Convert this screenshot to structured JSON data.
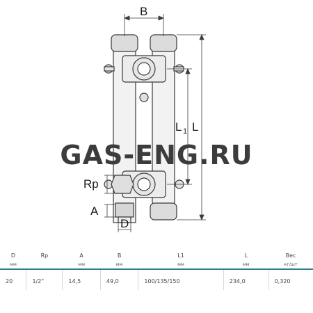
{
  "drawing": {
    "dimension_labels": {
      "b": "B",
      "l1": "L",
      "l1_subscript": "1",
      "l": "L",
      "rp": "Rp",
      "a": "A",
      "d": "D"
    },
    "stroke_color": "#3a3a3a",
    "shade_color": "#d9d9d9"
  },
  "watermark": "GAS-ENG.RU",
  "table": {
    "header_color": "#2a7f92",
    "columns": [
      {
        "name": "D",
        "unit": "мм"
      },
      {
        "name": "Rp",
        "unit": ""
      },
      {
        "name": "A",
        "unit": "мм"
      },
      {
        "name": "B",
        "unit": "мм"
      },
      {
        "name": "L1",
        "unit": "мм"
      },
      {
        "name": "L",
        "unit": "мм"
      },
      {
        "name": "Вес",
        "unit": "кг/шт"
      }
    ],
    "rows": [
      [
        "20",
        "1/2\"",
        "14,5",
        "49,0",
        "100/135/150",
        "234,0",
        "0,320"
      ]
    ]
  }
}
